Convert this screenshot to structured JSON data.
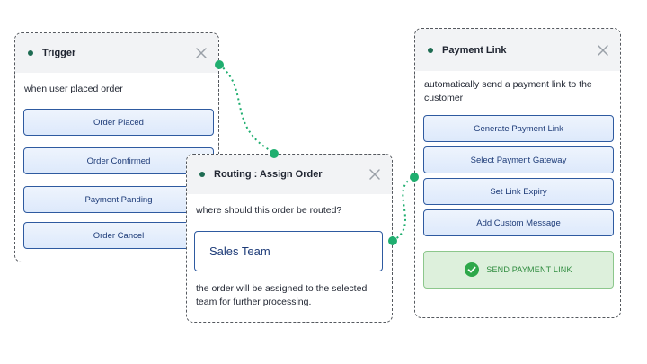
{
  "trigger": {
    "title": "Trigger",
    "description": "when user placed order",
    "options": [
      "Order Placed",
      "Order Confirmed",
      "Payment Panding",
      "Order Cancel"
    ]
  },
  "routing": {
    "title": "Routing : Assign Order",
    "question": "where should this order be routed?",
    "team": "Sales Team",
    "note": "the order will be assigned to the selected team for further processing."
  },
  "payment": {
    "title": "Payment Link",
    "description": "automatically send a payment link to the customer",
    "options": [
      "Generate Payment Link",
      "Select Payment Gateway",
      "Set Link Expiry",
      "Add Custom Message"
    ],
    "send_label": "SEND PAYMENT LINK"
  },
  "colors": {
    "accent_blue": "#2e5aa0",
    "connector_green": "#1fae6f",
    "status_dot": "#1e6b52",
    "success_green": "#2e8b3e"
  },
  "icons": {
    "close": "close-icon",
    "check": "check-circle-icon",
    "status": "status-dot-icon"
  }
}
